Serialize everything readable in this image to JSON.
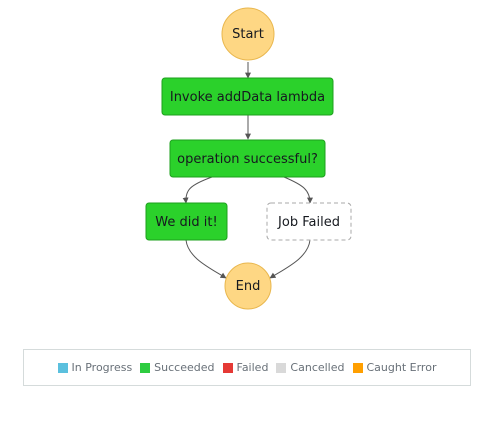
{
  "graph": {
    "states": {
      "start": {
        "label": "Start",
        "status": "succeeded"
      },
      "invoke": {
        "label": "Invoke addData lambda",
        "status": "succeeded"
      },
      "choice": {
        "label": "operation successful?",
        "status": "succeeded"
      },
      "success": {
        "label": "We did it!",
        "status": "succeeded"
      },
      "failed": {
        "label": "Job Failed",
        "status": "cancelled"
      },
      "end": {
        "label": "End",
        "status": "terminal"
      }
    }
  },
  "legend": [
    {
      "label": "In Progress",
      "color": "#5bc0de"
    },
    {
      "label": "Succeeded",
      "color": "#2ecc40"
    },
    {
      "label": "Failed",
      "color": "#e53935"
    },
    {
      "label": "Cancelled",
      "color": "#d9d9d9"
    },
    {
      "label": "Caught Error",
      "color": "#ff9f00"
    }
  ],
  "colors": {
    "succeeded_fill": "#2bd12b",
    "succeeded_stroke": "#1ea01e",
    "terminal_fill": "#fed784",
    "terminal_stroke": "#e9b74e",
    "cancelled_stroke": "#aaaaaa",
    "edge": "#555555"
  }
}
